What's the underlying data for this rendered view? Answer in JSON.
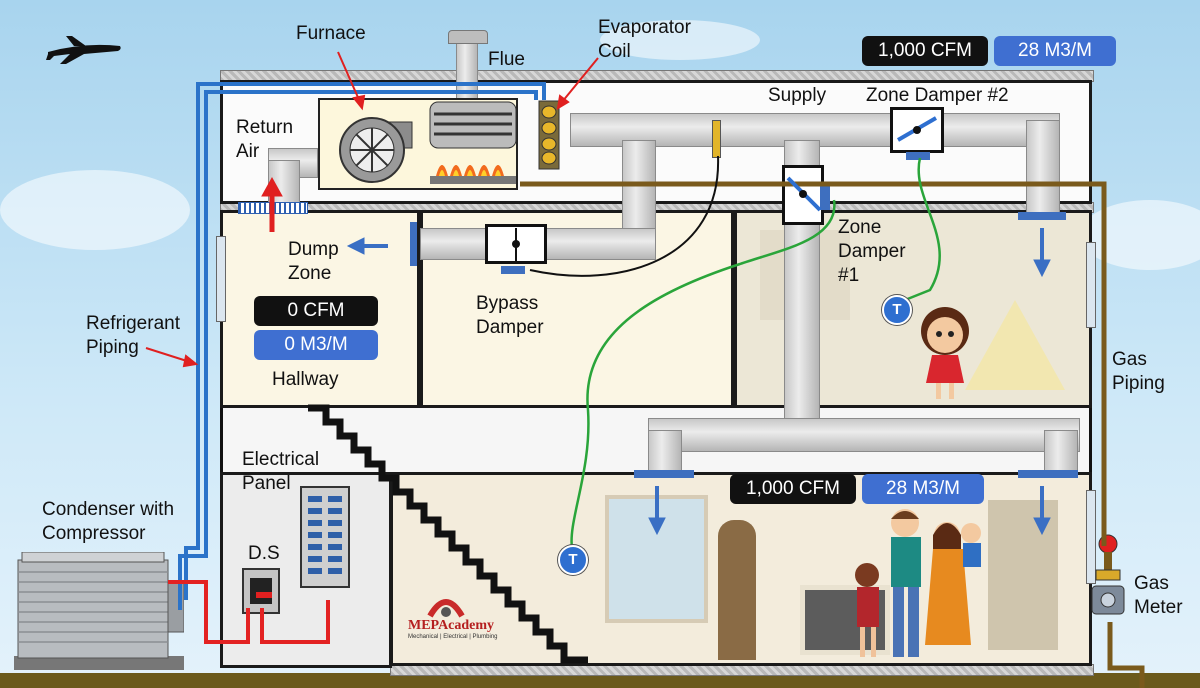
{
  "labels": {
    "furnace": "Furnace",
    "flue": "Flue",
    "evaporator_coil": "Evaporator\nCoil",
    "return_air": "Return\nAir",
    "supply": "Supply",
    "zone_damper_2": "Zone Damper #2",
    "zone_damper_1": "Zone\nDamper\n#1",
    "dump_zone": "Dump\nZone",
    "bypass_damper": "Bypass\nDamper",
    "hallway": "Hallway",
    "refrigerant_piping": "Refrigerant\nPiping",
    "gas_piping": "Gas\nPiping",
    "electrical_panel": "Electrical\nPanel",
    "ds": "D.S",
    "condenser": "Condenser with\nCompressor",
    "gas_meter": "Gas\nMeter"
  },
  "readouts": {
    "top_cfm": "1,000 CFM",
    "top_m3": "28 M3/M",
    "dump_cfm": "0 CFM",
    "dump_m3": "0 M3/M",
    "living_cfm": "1,000 CFM",
    "living_m3": "28 M3/M"
  },
  "thermostat": "T",
  "logo": {
    "name": "MEPAcademy",
    "tagline": "Mechanical | Electrical | Plumbing"
  },
  "colors": {
    "refrigerant": "#2b73c9",
    "electrical": "#e32222",
    "gas": "#7a5a1c",
    "control_wire": "#2aa53a",
    "airflow_arrow": "#3a6fc4",
    "return_arrow": "#e02020",
    "badge_dark": "#111111",
    "badge_blue": "#3f6fd1"
  }
}
